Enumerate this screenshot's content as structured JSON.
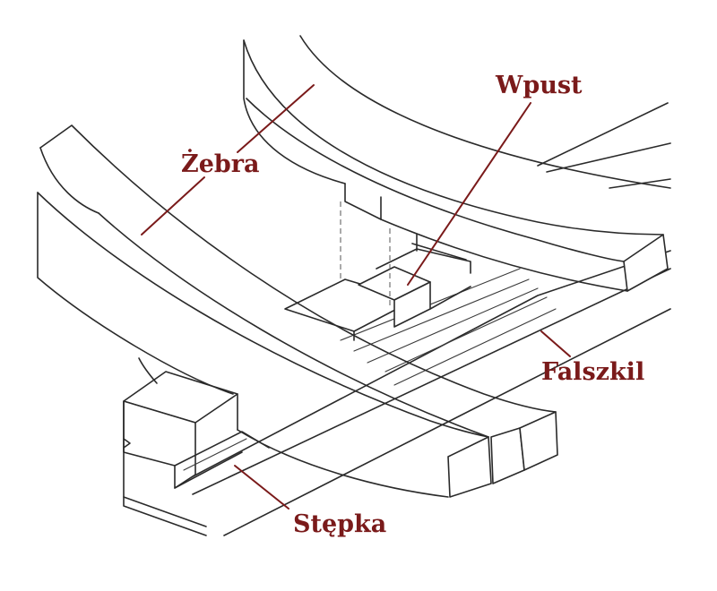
{
  "colors": {
    "label": "#7a1a1a",
    "line": "#2a2a2a",
    "background": "#ffffff"
  },
  "labels": {
    "ribs": "Żebra",
    "notch": "Wpust",
    "false_keel": "Falszkil",
    "keel": "Stępka"
  }
}
